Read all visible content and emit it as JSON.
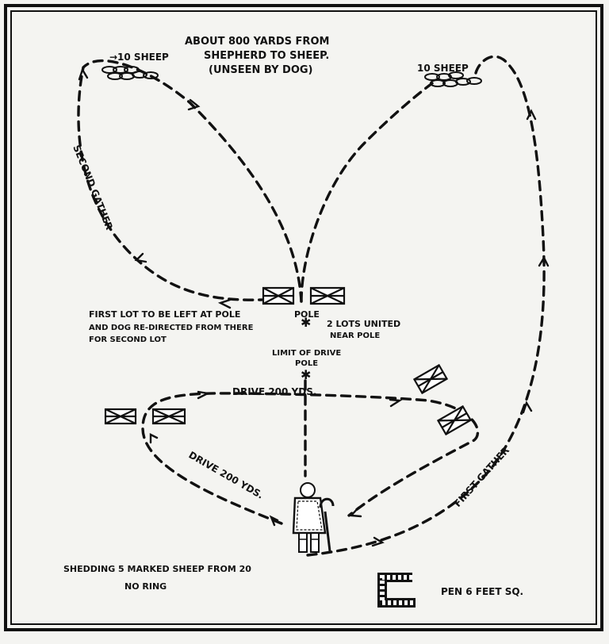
{
  "labels": {
    "title_line1": "ABOUT 800 YARDS FROM",
    "title_line2": "SHEPHERD TO SHEEP.",
    "title_line3": "(UNSEEN BY DOG)",
    "left_sheep": "→10 SHEEP",
    "right_sheep": "10 SHEEP",
    "second_gather": "SECOND GATHER",
    "first_gather": "FIRST GATHER",
    "pole": "POLE",
    "first_lot_line1": "FIRST LOT TO BE LEFT AT POLE",
    "first_lot_line2": "AND DOG RE-DIRECTED FROM THERE",
    "first_lot_line3": "FOR SECOND LOT",
    "lots_united_line1": "2 LOTS UNITED",
    "lots_united_line2": "NEAR POLE",
    "limit_line1": "LIMIT OF DRIVE",
    "limit_line2": "POLE",
    "drive_top": "DRIVE 200 YDS.",
    "drive_left": "DRIVE 200 YDS.",
    "shedding": "SHEDDING 5 MARKED SHEEP FROM 20",
    "no_ring": "NO RING",
    "pen": "PEN 6 FEET SQ."
  }
}
